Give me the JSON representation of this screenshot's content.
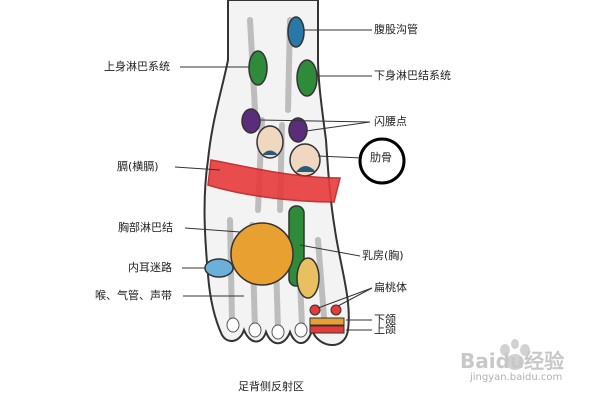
{
  "labels": {
    "inguinal": "腹股沟管",
    "upper_lymph": "上身淋巴系统",
    "lower_lymph": "下身淋巴结系统",
    "lumbar_point": "闪腰点",
    "ribs": "肋骨",
    "diaphragm": "膈(横膈)",
    "chest_lymph": "胸部淋巴结",
    "breast": "乳房(胸)",
    "inner_ear": "内耳迷路",
    "tonsils": "扁桃体",
    "throat": "喉、气管、声带",
    "lower_jaw": "下颌",
    "upper_jaw": "上颌"
  },
  "caption": "足背侧反射区",
  "watermark": {
    "brand": "Baidu经验",
    "url": "jingyan.baidu.com"
  },
  "colors": {
    "diaphragm_band": "#e83a3a",
    "lymph_green": "#2f8a3a",
    "inguinal_blue": "#2878a8",
    "lumbar_purple": "#5a2d7a",
    "chest_orange": "#e8a030",
    "highlight_circle": "#000000"
  }
}
